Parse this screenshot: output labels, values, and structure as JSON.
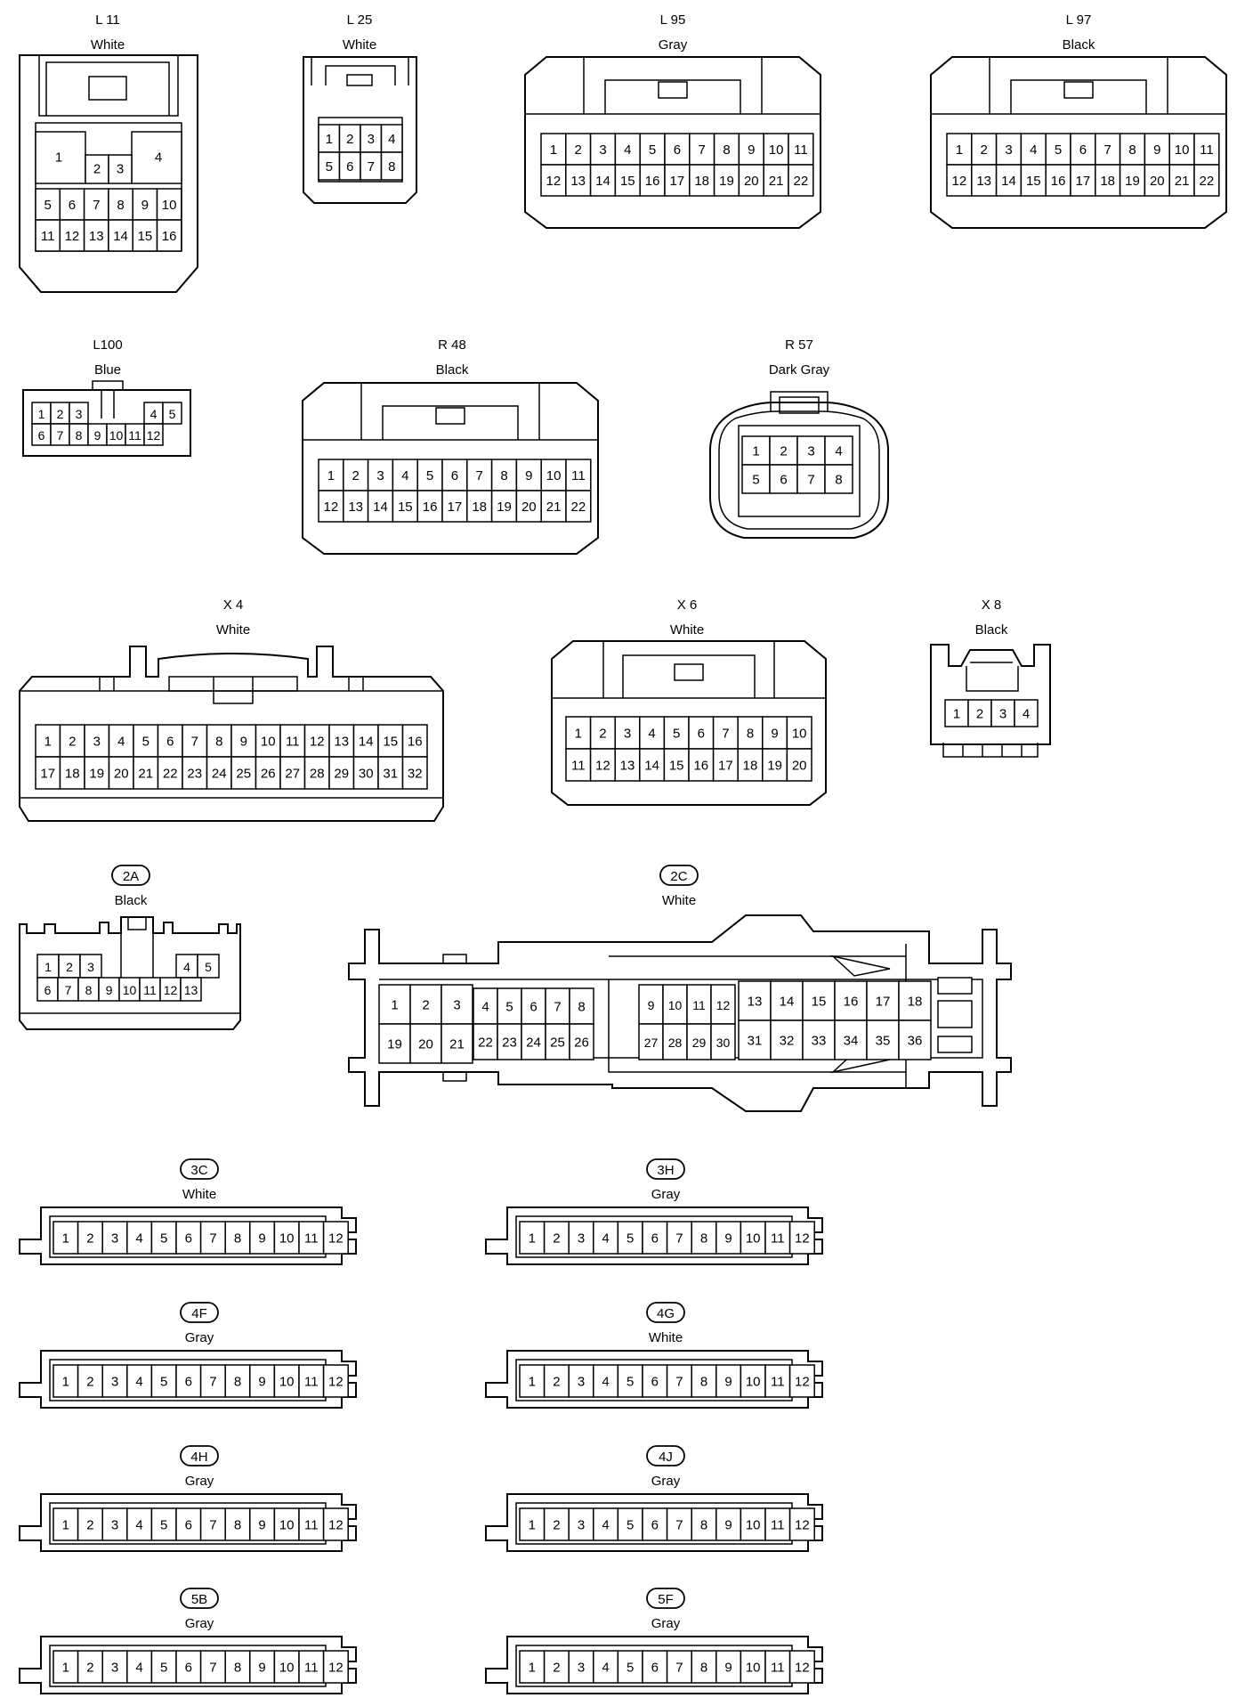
{
  "connectors": [
    {
      "code": "L 11",
      "color": "White"
    },
    {
      "code": "L 25",
      "color": "White"
    },
    {
      "code": "L 95",
      "color": "Gray"
    },
    {
      "code": "L 97",
      "color": "Black"
    },
    {
      "code": "L100",
      "color": "Blue"
    },
    {
      "code": "R 48",
      "color": "Black"
    },
    {
      "code": "R 57",
      "color": "Dark Gray"
    },
    {
      "code": "X 4",
      "color": "White"
    },
    {
      "code": "X 6",
      "color": "White"
    },
    {
      "code": "X 8",
      "color": "Black"
    },
    {
      "code": "2A",
      "color": "Black"
    },
    {
      "code": "2C",
      "color": "White"
    },
    {
      "code": "3C",
      "color": "White"
    },
    {
      "code": "3H",
      "color": "Gray"
    },
    {
      "code": "4F",
      "color": "Gray"
    },
    {
      "code": "4G",
      "color": "White"
    },
    {
      "code": "4H",
      "color": "Gray"
    },
    {
      "code": "4J",
      "color": "Gray"
    },
    {
      "code": "5B",
      "color": "Gray"
    },
    {
      "code": "5F",
      "color": "Gray"
    }
  ]
}
